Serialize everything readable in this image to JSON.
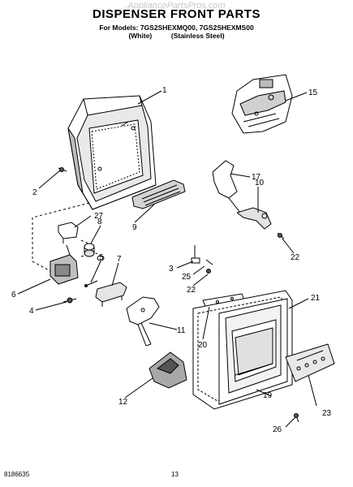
{
  "watermark": "AppliancePartsPros.com",
  "header": {
    "title": "DISPENSER FRONT PARTS",
    "models_line": "For Models: 7GS2SHEXMQ00, 7GS2SHEXMS00",
    "variants_line": "(White)          (Stainless Steel)"
  },
  "callouts": {
    "p1": "1",
    "p2": "2",
    "p3": "3",
    "p4": "4",
    "p5": "5",
    "p6": "6",
    "p7": "7",
    "p8": "8",
    "p9": "9",
    "p10": "10",
    "p11": "11",
    "p12": "12",
    "p15": "15",
    "p17": "17",
    "p19": "19",
    "p20": "20",
    "p21": "21",
    "p22a": "22",
    "p22b": "22",
    "p23": "23",
    "p25": "25",
    "p26": "26",
    "p27": "27"
  },
  "footer": {
    "doc_number": "8186635",
    "page_number": "13"
  }
}
